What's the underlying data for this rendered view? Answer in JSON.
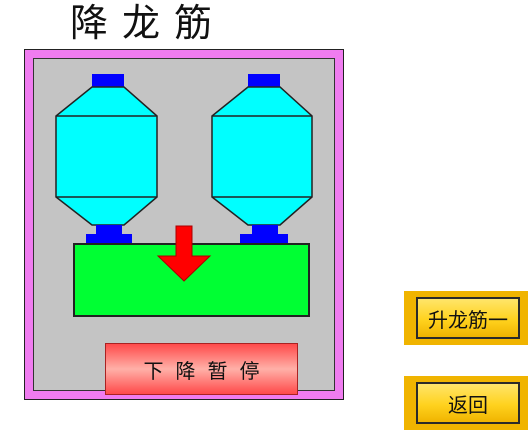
{
  "title": "降龙筋",
  "pause_button": "下降暂停",
  "raise_button": "升龙筋一",
  "back_button": "返回",
  "colors": {
    "panel_border": "#f07cf0",
    "panel_bg": "#c4c4c4",
    "hopper": "#00ffff",
    "hopper_cap": "#0000ff",
    "bin": "#00ff33",
    "arrow": "#ff0000",
    "button_gold": "#f0b400"
  },
  "icons": {
    "hoppers": "hopper-icon",
    "arrow": "down-arrow-icon"
  }
}
